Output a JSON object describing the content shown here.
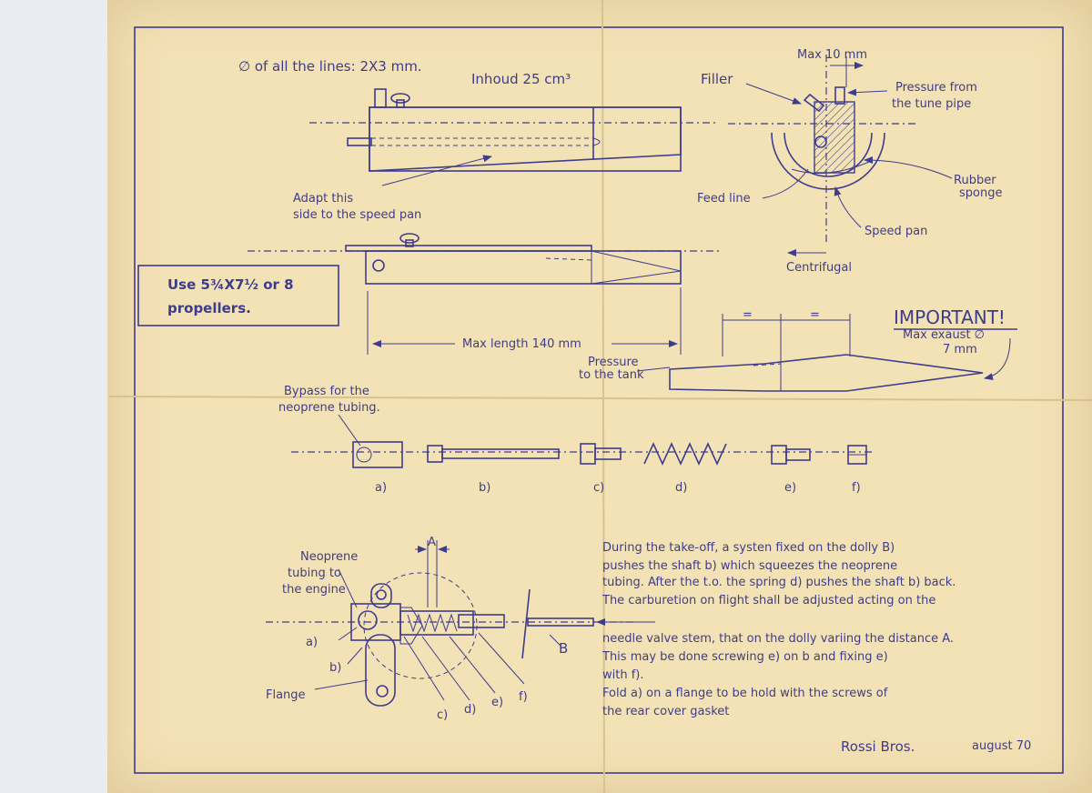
{
  "top_left": {
    "lines_note": "∅ of all the lines: 2X3 mm.",
    "inhoud": "Inhoud 25 cm³",
    "adapt_line1": "Adapt this",
    "adapt_line2": "side to the speed pan"
  },
  "top_right": {
    "max_width": "Max 10 mm",
    "filler": "Filler",
    "pressure_line1": "Pressure from",
    "pressure_line2": "the tune pipe",
    "rubber_line1": "Rubber",
    "rubber_line2": "sponge",
    "feed_line": "Feed line",
    "speed_pan": "Speed pan",
    "centrifugal": "Centrifugal"
  },
  "propeller_box": {
    "line1": "Use 5¾X7½ or 8",
    "line2": "propellers."
  },
  "max_length": "Max length 140 mm",
  "important": {
    "title": "IMPORTANT!",
    "exhaust_line1": "Max exaust ∅",
    "exhaust_line2": "7 mm",
    "pressure_tank_line1": "Pressure",
    "pressure_tank_line2": "to the tank",
    "equal1": "=",
    "equal2": "="
  },
  "parts": {
    "bypass_line1": "Bypass for the",
    "bypass_line2": "neoprene tubing.",
    "labels": [
      "a)",
      "b)",
      "c)",
      "d)",
      "e)",
      "f)"
    ]
  },
  "assembly": {
    "neoprene_line1": "Neoprene",
    "neoprene_line2": "tubing to",
    "neoprene_line3": "the engine",
    "dim_a": "A",
    "flange": "Flange",
    "label_b_dolly": "B",
    "labels": [
      "a)",
      "b)",
      "c)",
      "d)",
      "e)",
      "f)"
    ]
  },
  "description": {
    "lines": [
      "During the take-off, a systen fixed on the dolly B)",
      "pushes the shaft b) which squeezes the neoprene",
      "tubing. After the t.o. the spring d) pushes the shaft b) back.",
      "The carburetion on flight shall be adjusted acting on the",
      "needle valve stem, that on the dolly variing the distance A.",
      "This may be done screwing e) on b and fixing e)",
      "with f).",
      "Fold a) on a flange to be hold with the screws of",
      "the rear cover gasket"
    ]
  },
  "signature": {
    "name": "Rossi Bros.",
    "date": "august 70"
  },
  "colors": {
    "paper": "#f3e2b6",
    "ink": "#3e3c8c",
    "background": "#e9edf2"
  }
}
